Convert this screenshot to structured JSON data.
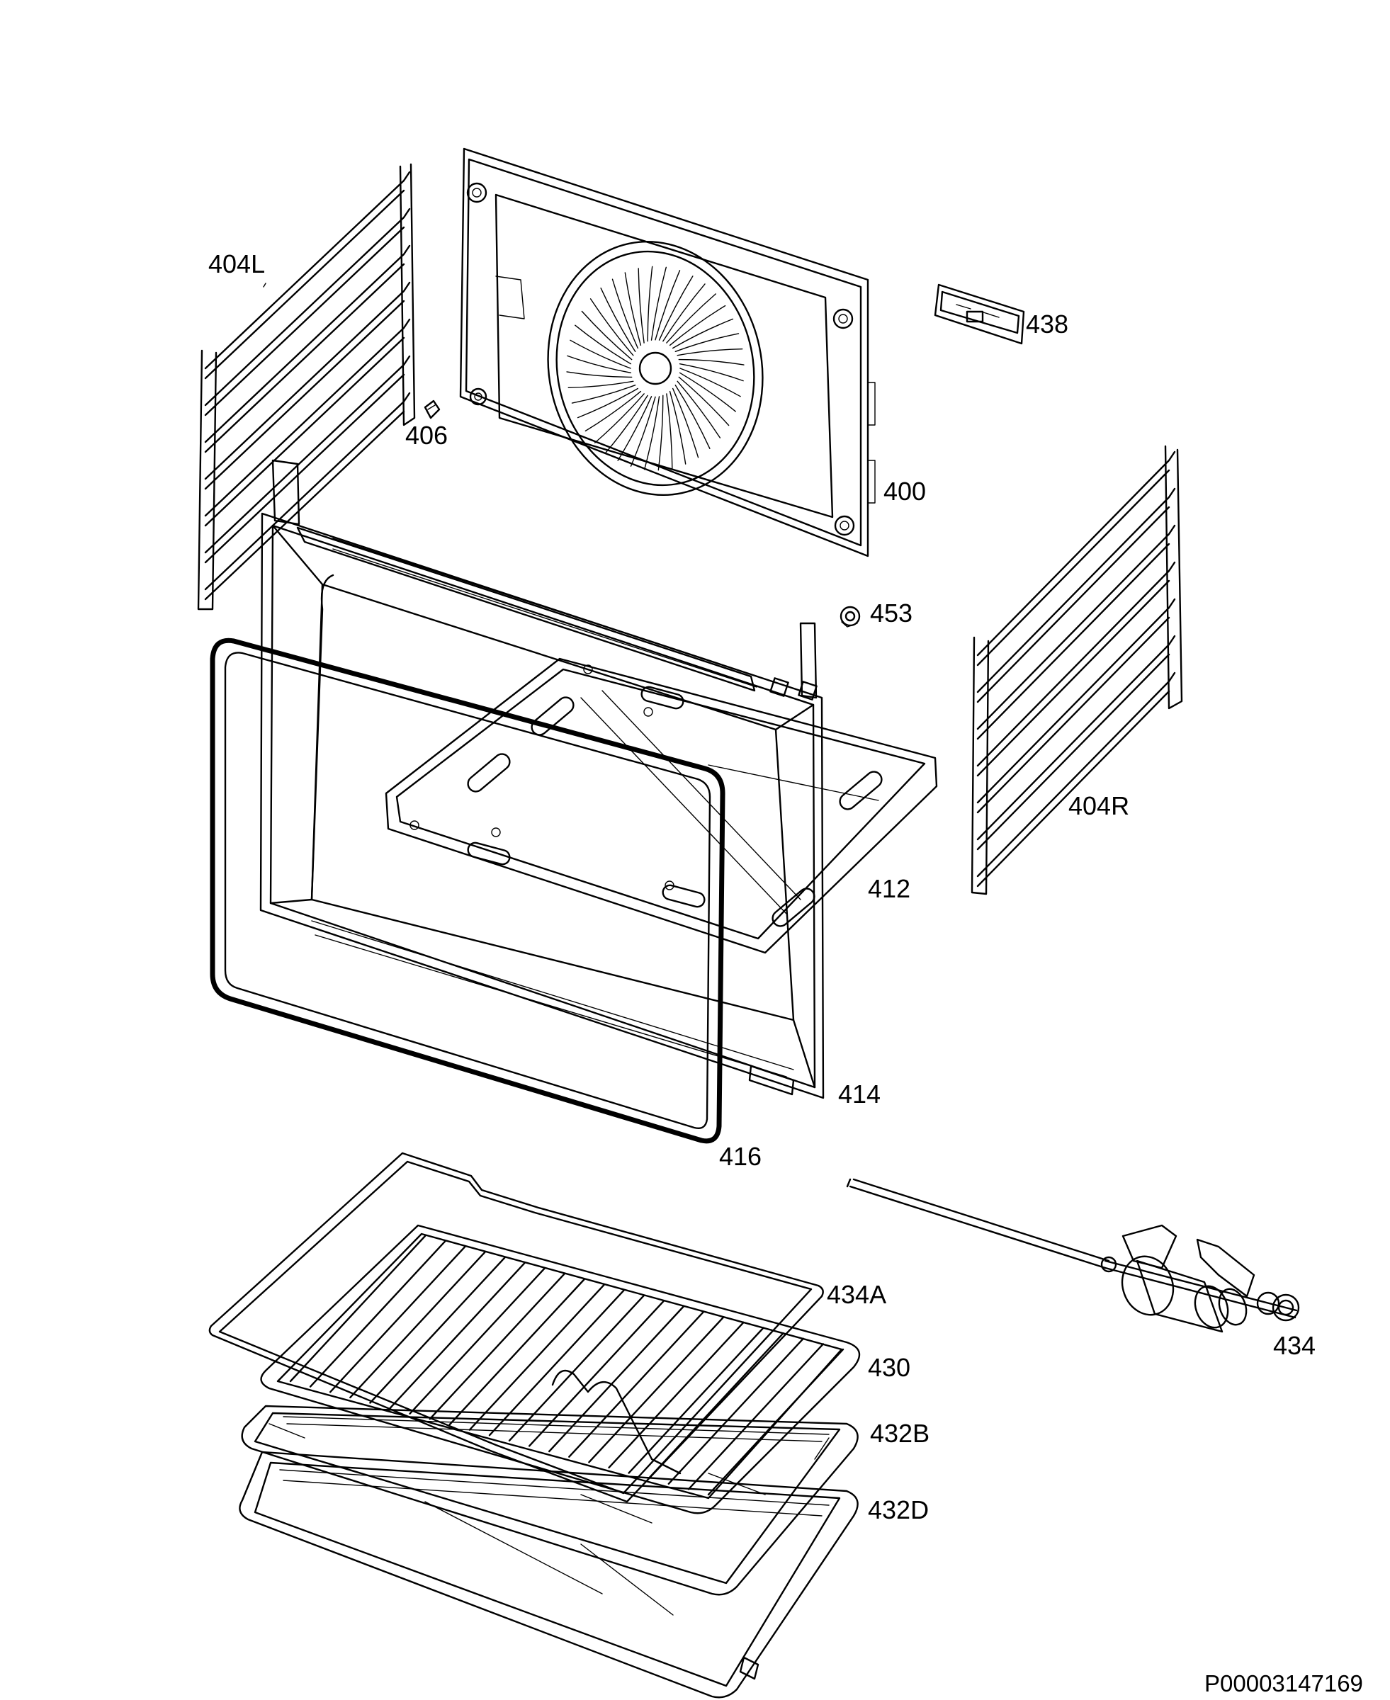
{
  "labels": {
    "rack_left": "404L",
    "clip": "406",
    "back_panel": "400",
    "bracket": "438",
    "nut": "453",
    "rack_right": "404R",
    "bottom_plate": "412",
    "frame": "414",
    "gasket": "416",
    "rotisserie": "434",
    "grill_insert": "434A",
    "grid_shelf": "430",
    "tray_b": "432B",
    "tray_d": "432D"
  },
  "document_code": "P00003147169"
}
